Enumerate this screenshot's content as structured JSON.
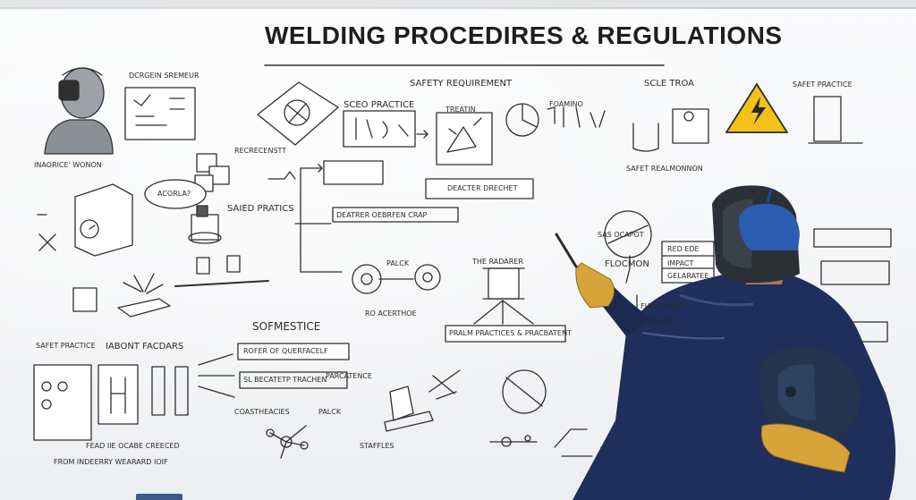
{
  "board": {
    "title": "WELDING PROCEDIRES & REGULATIONS",
    "labels": [
      {
        "id": "safety-requirement",
        "text": "SAFETY REQUIREMENT"
      },
      {
        "id": "sceo-practice",
        "text": "SCEO PRACTICE"
      },
      {
        "id": "treatin",
        "text": "TREATIN"
      },
      {
        "id": "foamino",
        "text": "FOAMINO"
      },
      {
        "id": "scle-tron",
        "text": "SCLE TROA"
      },
      {
        "id": "safet-practice-top",
        "text": "SAFET PRACTICE"
      },
      {
        "id": "dcregen-stemeur",
        "text": "DCRGEIN SREMEUR"
      },
      {
        "id": "inaorice-wonon",
        "text": "INAORICE' WONON"
      },
      {
        "id": "recrecenstt",
        "text": "RECRECENSTT"
      },
      {
        "id": "safet-realmonnon",
        "text": "SAFET REALMONNON"
      },
      {
        "id": "saied-pratics",
        "text": "SAIED PRATICS"
      },
      {
        "id": "sofmestice",
        "text": "SOFMESTICE"
      },
      {
        "id": "safet-practice-left",
        "text": "SAFET PRACTICE"
      },
      {
        "id": "iabont-facdars",
        "text": "IABONT FACDARS"
      },
      {
        "id": "rofer-of-querfacelf",
        "text": "ROFER OF QUERFACELF"
      },
      {
        "id": "sl-becatetp-trachen",
        "text": "SL BECATETP TRACHEN"
      },
      {
        "id": "the-radarer",
        "text": "THE RADARER"
      },
      {
        "id": "pralm-practices",
        "text": "PRALM PRACTICES & PRACBATENT"
      },
      {
        "id": "flocmon",
        "text": "FLOCMON"
      },
      {
        "id": "fiak-recelt",
        "text": "FIAK RECELT"
      },
      {
        "id": "sloschet",
        "text": "SLOSCHET"
      },
      {
        "id": "staffles",
        "text": "STAFFLES"
      },
      {
        "id": "coastheacies",
        "text": "COASTHEACIES"
      },
      {
        "id": "palck",
        "text": "PALCK"
      },
      {
        "id": "fead-ocabe",
        "text": "FEAD IIE OCABE CREECED"
      },
      {
        "id": "fror-indeerr",
        "text": "FROM INDEERRY WEARARD IOIF"
      },
      {
        "id": "drastr-pr-craf",
        "text": "DEATRER OEBRFEN CRAP"
      },
      {
        "id": "rostaer",
        "text": "RO ACERTHOE"
      },
      {
        "id": "palck-top",
        "text": "PALCK"
      },
      {
        "id": "acorla",
        "text": "ACORLA?"
      },
      {
        "id": "deacter-drechet",
        "text": "DEACTER DRECHET"
      },
      {
        "id": "sar-ocapot",
        "text": "SAS OCAPOT"
      },
      {
        "id": "red-ede",
        "text": "RED EDE"
      },
      {
        "id": "impact",
        "text": "IMPACT"
      },
      {
        "id": "gelaratee",
        "text": "GELARATEE"
      },
      {
        "id": "parcatence",
        "text": "PARCATENCE"
      }
    ]
  },
  "worker": {
    "description_icons": [
      "welding-helmet-icon",
      "glove-icon"
    ]
  },
  "colors": {
    "board": "#f5f6f8",
    "ink": "#2b2b2b",
    "coverall": "#1f2e5a",
    "cap": "#2a5db0",
    "glove": "#d7a43a",
    "warning": "#f2c21a"
  }
}
